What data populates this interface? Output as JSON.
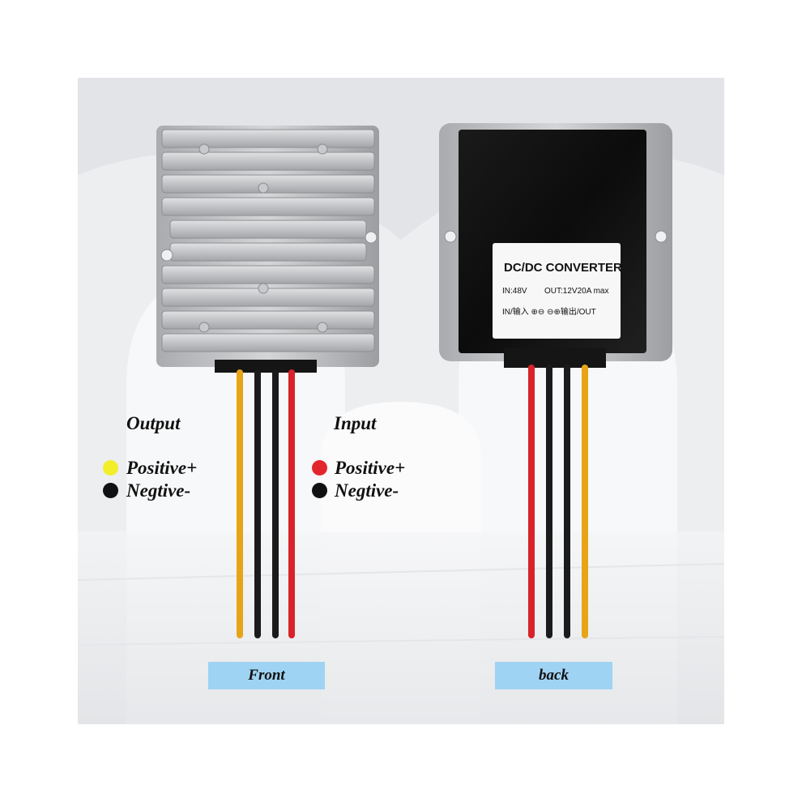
{
  "output": {
    "title": "Output",
    "positive": "Positive+",
    "negative": "Negtive-",
    "positive_color": "#f3ee2b",
    "negative_color": "#111111"
  },
  "input": {
    "title": "Input",
    "positive": "Positive+",
    "negative": "Negtive-",
    "positive_color": "#e3262d",
    "negative_color": "#111111"
  },
  "sticker": {
    "title": "DC/DC CONVERTER",
    "input_spec": "IN:48V",
    "output_spec": "OUT:12V20A max",
    "pinout": "IN/输入 ⊕⊖ ⊖⊕输出/OUT"
  },
  "captions": {
    "front": "Front",
    "back": "back",
    "color": "#9fd3f3"
  },
  "wire_colors": {
    "yellow": "#e8a417",
    "black": "#1b1b1b",
    "red": "#d8232a"
  }
}
